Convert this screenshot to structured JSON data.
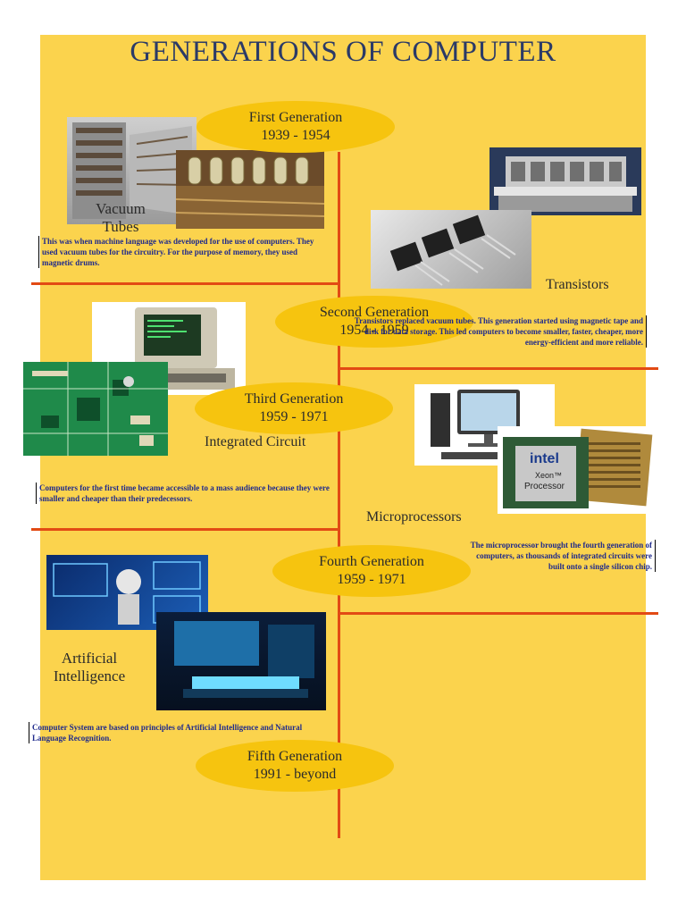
{
  "title": "GENERATIONS OF COMPUTER",
  "generations": [
    {
      "name": "First Generation",
      "years": "1939 - 1954"
    },
    {
      "name": "Second Generation",
      "years": "1954 - 1959"
    },
    {
      "name": "Third Generation",
      "years": "1959 - 1971"
    },
    {
      "name": "Fourth Generation",
      "years": "1959 - 1971"
    },
    {
      "name": "Fifth Generation",
      "years": "1991 - beyond"
    }
  ],
  "labels": {
    "vacuum_line1": "Vacuum",
    "vacuum_line2": "Tubes",
    "transistors": "Transistors",
    "ic": "Integrated Circuit",
    "microprocessors": "Microprocessors",
    "ai_line1": "Artificial",
    "ai_line2": "Intelligence"
  },
  "descriptions": {
    "first": "This was when machine language was developed for the use of computers. They used vacuum tubes for the circuitry. For the purpose of memory, they used magnetic drums.",
    "second": "Transistors replaced vacuum tubes. This generation started using magnetic tape and disk for data storage. This led computers to become smaller, faster, cheaper, more energy-efficient and more reliable.",
    "third": "Computers for the first time became accessible to a mass audience because they were smaller and cheaper than their predecessors.",
    "fourth": "The microprocessor brought the fourth generation of computers, as thousands of integrated circuits were built onto a single silicon chip.",
    "fifth": "Computer System are based on principles of Artificial Intelligence and Natural Language Recognition."
  },
  "chip_text": {
    "brand": "intel",
    "product_line1": "Xeon™",
    "product_line2": "Processor"
  },
  "colors": {
    "background": "#fbd34d",
    "oval": "#f6c40f",
    "line": "#e24a14",
    "title": "#2b3a67",
    "description": "#1f2a8c"
  }
}
